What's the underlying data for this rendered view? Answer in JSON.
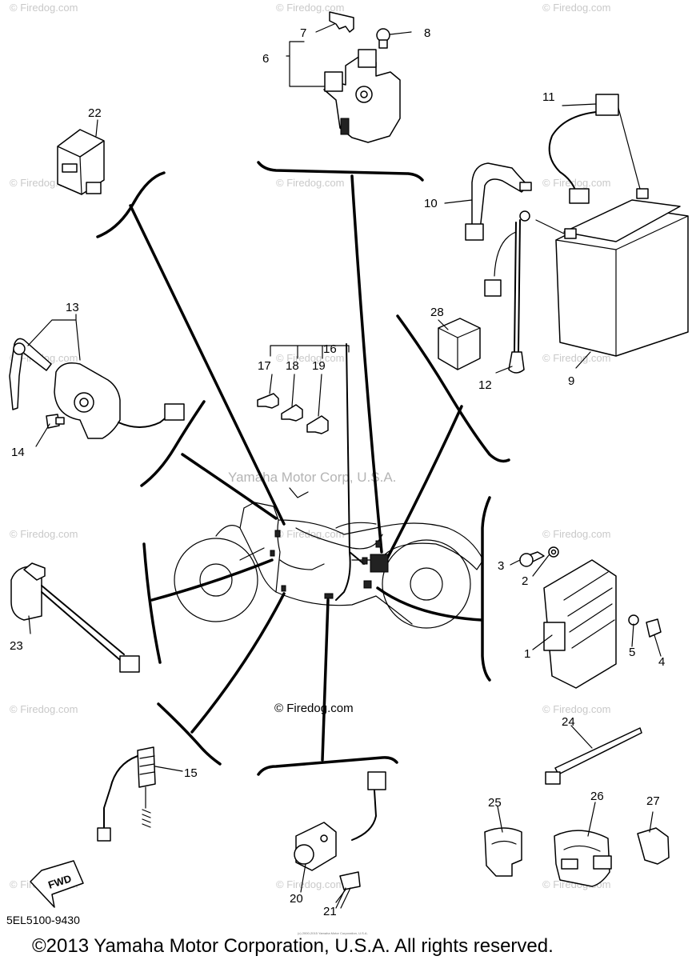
{
  "watermark_text": "© Firedog.com",
  "center_watermark": "Yamaha Motor Corp, U.S.A.",
  "center_credit": "© Firedog.com",
  "diagram_code": "5EL5100-9430",
  "fwd_label": "FWD",
  "footer_fine_print": "(c) 2000-2015 Yamaha Motor Corporation, U.S.A.",
  "copyright": "©2013 Yamaha Motor Corporation, U.S.A. All rights reserved.",
  "callouts": [
    "1",
    "2",
    "3",
    "4",
    "5",
    "6",
    "7",
    "8",
    "9",
    "10",
    "11",
    "12",
    "13",
    "14",
    "15",
    "16",
    "17",
    "18",
    "19",
    "20",
    "21",
    "22",
    "23",
    "24",
    "25",
    "26",
    "27",
    "28"
  ]
}
